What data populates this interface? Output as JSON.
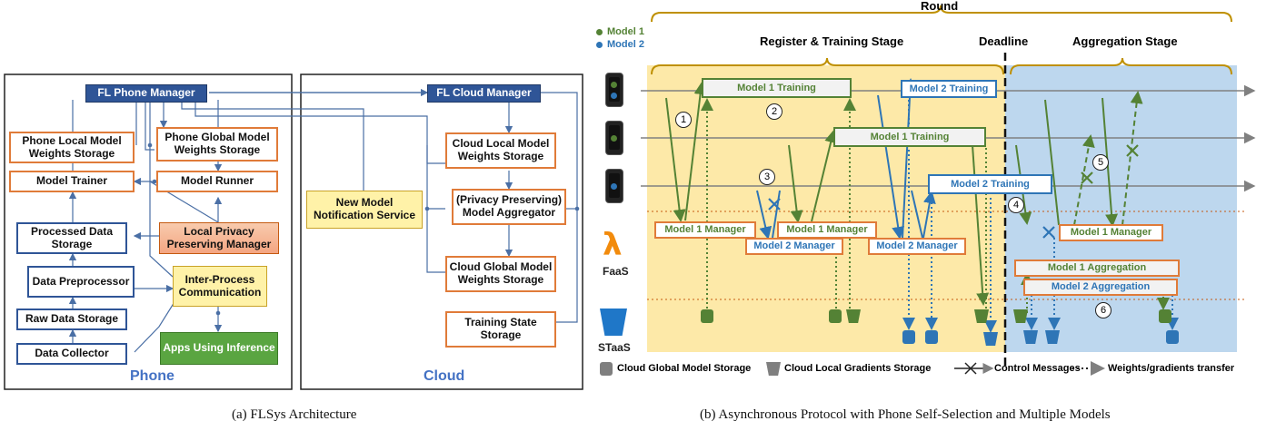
{
  "colors": {
    "model1": "#548235",
    "model2": "#2e75b6",
    "storage_orange": "#e07b39",
    "navy": "#2f5597",
    "stage_yellow": "#fde9a8",
    "stage_blue": "#bdd7ee",
    "bracket_gold": "#bf9000"
  },
  "left": {
    "phone_manager": "FL Phone Manager",
    "phone_local_storage": "Phone Local Model Weights Storage",
    "phone_global_storage": "Phone Global Model Weights Storage",
    "model_trainer": "Model Trainer",
    "model_runner": "Model Runner",
    "processed_data": "Processed Data Storage",
    "local_privacy": "Local Privacy Preserving Manager",
    "data_preprocessor": "Data Preprocessor",
    "ipc": "Inter-Process Communication",
    "raw_data": "Raw Data Storage",
    "data_collector": "Data Collector",
    "apps_inference": "Apps Using Inference",
    "phone_label": "Phone",
    "new_model_notification": "New Model Notification Service",
    "cloud_manager": "FL Cloud Manager",
    "cloud_local_storage": "Cloud Local Model Weights Storage",
    "aggregator": "(Privacy Preserving) Model Aggregator",
    "cloud_global_storage": "Cloud Global Model Weights Storage",
    "training_state": "Training State Storage",
    "cloud_label": "Cloud"
  },
  "right": {
    "round": "Round",
    "legend_model1": "Model 1",
    "legend_model2": "Model 2",
    "register_stage": "Register & Training Stage",
    "deadline": "Deadline",
    "aggregation_stage": "Aggregation Stage",
    "faas": "FaaS",
    "staas": "STaaS",
    "m1_training_a": "Model 1 Training",
    "m2_training_a": "Model 2 Training",
    "m1_training_b": "Model 1 Training",
    "m2_training_c": "Model 2 Training",
    "m1_manager_a": "Model 1 Manager",
    "m2_manager_a": "Model 2 Manager",
    "m1_manager_b": "Model 1 Manager",
    "m2_manager_b": "Model 2 Manager",
    "m1_manager_c": "Model 1 Manager",
    "m1_aggregation": "Model 1 Aggregation",
    "m2_aggregation": "Model 2 Aggregation",
    "step1": "1",
    "step2": "2",
    "step3": "3",
    "step4": "4",
    "step5": "5",
    "step6": "6",
    "legend_global_storage": "Cloud Global Model Storage",
    "legend_local_gradients": "Cloud Local Gradients Storage",
    "legend_control": "Control Messages",
    "legend_transfer": "Weights/gradients transfer"
  },
  "captions": {
    "a": "(a) FLSys Architecture",
    "b": "(b) Asynchronous Protocol with Phone Self-Selection and Multiple Models"
  }
}
